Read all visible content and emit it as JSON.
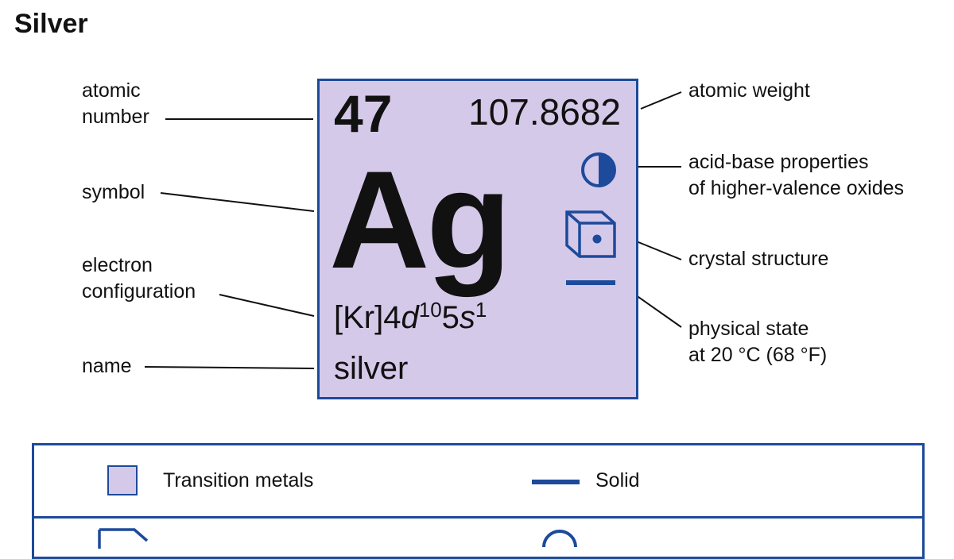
{
  "title": "Silver",
  "element": {
    "atomic_number": "47",
    "atomic_weight": "107.8682",
    "symbol": "Ag",
    "config": {
      "core": "[Kr]4",
      "orbital_d": "d",
      "d_count": "10",
      "shell_5": "5",
      "orbital_s": "s",
      "s_count": "1"
    },
    "name": "silver"
  },
  "labels": {
    "atomic_number_line1": "atomic",
    "atomic_number_line2": "number",
    "symbol": "symbol",
    "electron_config_line1": "electron",
    "electron_config_line2": "configuration",
    "name": "name",
    "atomic_weight": "atomic weight",
    "acid_base_line1": "acid-base properties",
    "acid_base_line2": "of higher-valence oxides",
    "crystal_structure": "crystal structure",
    "physical_state_line1": "physical state",
    "physical_state_line2": "at 20 °C (68 °F)"
  },
  "legend": {
    "category": "Transition metals",
    "state": "Solid"
  },
  "icons": {
    "acid_base": "half-filled-circle-icon",
    "crystal": "cube-with-dot-icon",
    "state": "solid-bar-icon"
  },
  "colors": {
    "card_fill": "#d5c9e9",
    "accent_blue": "#1d4a9b",
    "text": "#111111"
  }
}
